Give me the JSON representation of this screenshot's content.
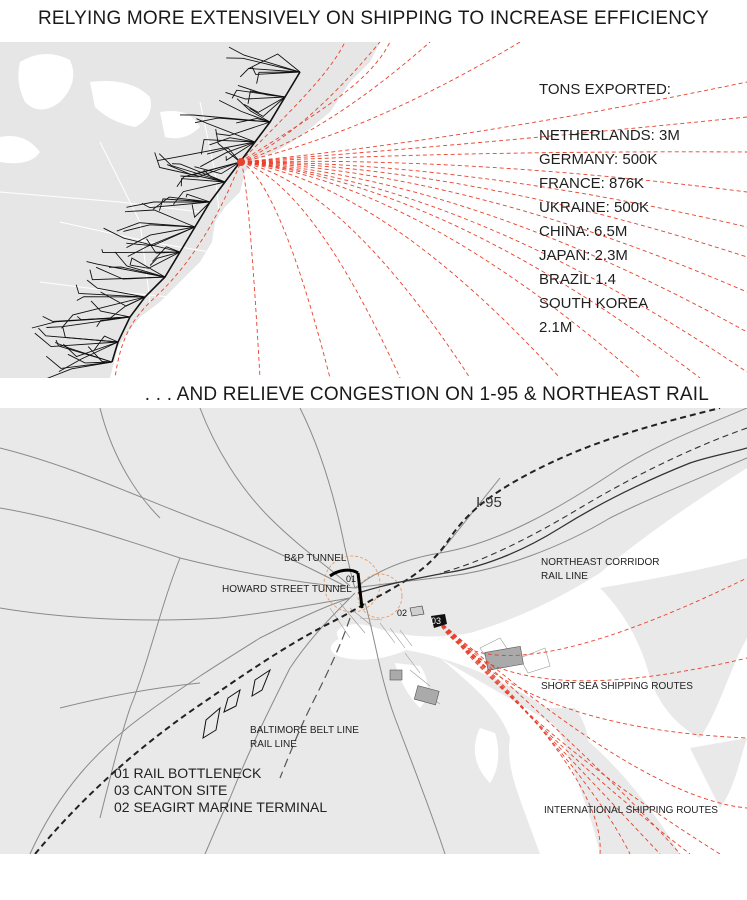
{
  "titles": {
    "top": "RELYING MORE EXTENSIVELY ON SHIPPING TO INCREASE EFFICIENCY",
    "middle": ". . . AND RELIEVE CONGESTION ON 1-95 & NORTHEAST RAIL"
  },
  "exports": {
    "heading": "TONS EXPORTED:",
    "items": [
      "NETHERLANDS: 3M",
      "GERMANY: 500K",
      "FRANCE: 876K",
      "UKRAINE: 500K",
      "CHINA: 6.5M",
      "JAPAN: 2.3M",
      "BRAZIL 1.4",
      "SOUTH KOREA",
      "2.1M"
    ]
  },
  "labels": {
    "i95": "I-95",
    "bp_tunnel": "B&P TUNNEL",
    "howard_street_tunnel": "HOWARD STREET TUNNEL",
    "northeast_corridor_1": "NORTHEAST CORRIDOR",
    "northeast_corridor_2": "RAIL LINE",
    "short_sea": "SHORT SEA SHIPPING ROUTES",
    "belt_line_1": "BALTIMORE BELT LINE",
    "belt_line_2": "RAIL LINE",
    "international": "INTERNATIONAL SHIPPING ROUTES",
    "site_01": "01",
    "site_02": "02",
    "site_03": "03"
  },
  "legend": [
    "01 RAIL BOTTLENECK",
    "03 CANTON SITE",
    "02 SEAGIRT MARINE TERMINAL"
  ],
  "colors": {
    "route": "#e8412c",
    "land": "#e6e6e6",
    "water": "#ffffff",
    "rail": "#111111",
    "road": "#8a8a8a"
  }
}
